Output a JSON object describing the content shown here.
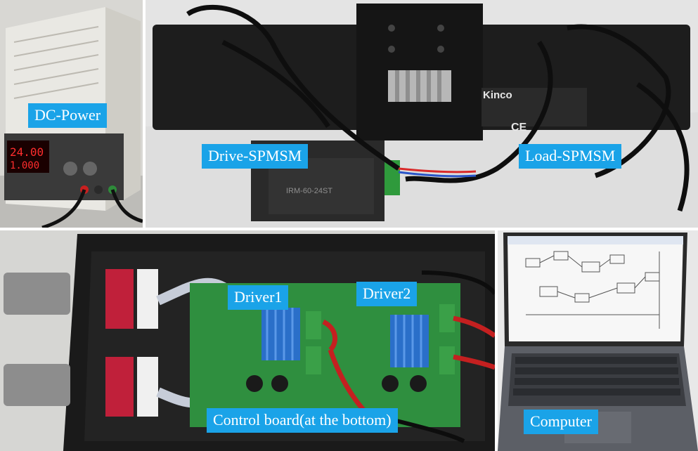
{
  "labels": {
    "dc_power": "DC-Power",
    "drive_spmsm": "Drive-SPMSM",
    "load_spmsm": "Load-SPMSM",
    "driver1": "Driver1",
    "driver2": "Driver2",
    "control_board": "Control board(at the bottom)",
    "computer": "Computer"
  },
  "displays": {
    "voltage": "24.00",
    "current": "1.000"
  },
  "product_text": {
    "motor_brand": "Kinco",
    "ce_mark": "CE",
    "psu_model": "IRM-60-24ST"
  }
}
